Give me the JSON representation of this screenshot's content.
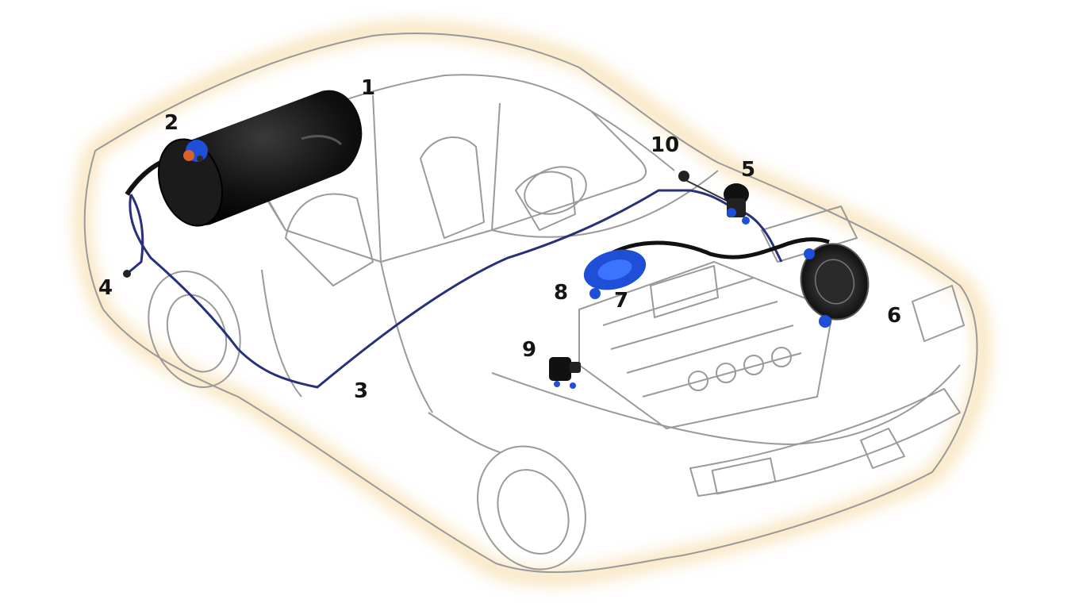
{
  "diagram": {
    "subject": "car-lpg-gas-system",
    "labels": {
      "n1": "1",
      "n2": "2",
      "n3": "3",
      "n4": "4",
      "n5": "5",
      "n6": "6",
      "n7": "7",
      "n8": "8",
      "n9": "9",
      "n10": "10"
    },
    "colors": {
      "background": "#ffffff",
      "car_outline": "#9a9a9a",
      "car_glow": "#f2c874",
      "gas_line": "#27307a",
      "tank": "#121212",
      "accent_blue": "#1f4fd6",
      "label_text": "#151515"
    }
  }
}
